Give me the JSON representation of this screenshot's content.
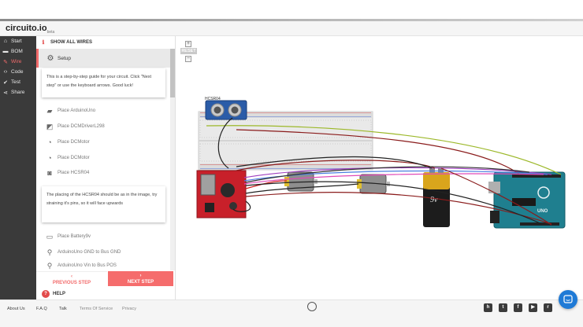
{
  "app": {
    "logo": "circuito.io",
    "logo_sub": "beta"
  },
  "nav": [
    {
      "label": "Start",
      "icon": "home-icon",
      "active": false
    },
    {
      "label": "BOM",
      "icon": "cart-icon",
      "active": false
    },
    {
      "label": "Wire",
      "icon": "wrench-icon",
      "active": true
    },
    {
      "label": "Code",
      "icon": "code-icon",
      "active": false
    },
    {
      "label": "Test",
      "icon": "check-icon",
      "active": false
    },
    {
      "label": "Share",
      "icon": "share-icon",
      "active": false
    }
  ],
  "panel": {
    "show_all": "SHOW ALL WIRES",
    "setup": "Setup",
    "intro": "This is a step-by-step guide for your circuit. Click \"Next step\" or use the keyboard arrows. Good luck!",
    "steps": [
      "Place ArduinoUno",
      "Place DCMDriverL298",
      "Place DCMotor",
      "Place DCMotor",
      "Place HCSR04"
    ],
    "note": "The placing of the HCSR04 should be as in the image, try straining it's pins, so it will face upwards",
    "steps2": [
      "Place Battery9v",
      "ArduinoUno GND to Bus GND",
      "ArduinoUno Vin to Bus POS"
    ],
    "prev_arrow": "‹",
    "prev": "PREVIOUS STEP",
    "next_arrow": "›",
    "next": "NEXT STEP",
    "help": "HELP"
  },
  "canvas": {
    "zoom_in": "+",
    "zoom_out": "−",
    "reset": "RESET",
    "sensor_label": "HCSR04",
    "battery_label": "9v",
    "arduino_label": "UNO"
  },
  "footer": {
    "links": [
      "About Us",
      "F.A.Q",
      "Talk",
      "Terms Of Service",
      "Privacy"
    ],
    "social": [
      "h",
      "t",
      "f",
      "▶",
      "r"
    ]
  },
  "colors": {
    "accent": "#f26b6b",
    "nav_bg": "#3a3a3a",
    "arduino": "#1f7f8f",
    "driver": "#c8202a"
  }
}
